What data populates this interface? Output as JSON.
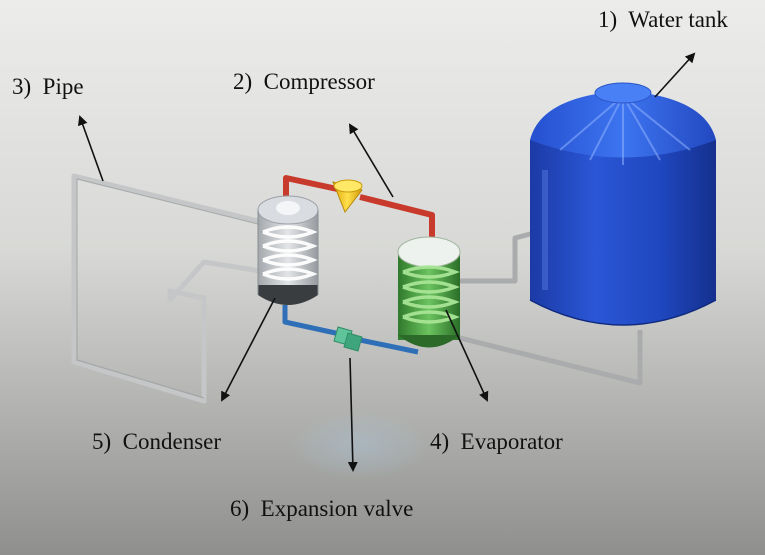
{
  "labels": {
    "water_tank": "1)  Water tank",
    "compressor": "2)  Compressor",
    "pipe": "3)  Pipe",
    "evaporator": "4)  Evaporator",
    "condenser": "5)  Condenser",
    "expansion_valve": "6)  Expansion valve"
  },
  "colors": {
    "background_top": "#e8e8e5",
    "background_bottom": "#8e8f8c",
    "tank_blue": "#1f4fc8",
    "hot_pipe": "#c83a2c",
    "cold_pipe": "#2f6fb8",
    "compressor_yellow": "#f2c21a",
    "evaporator_green": "#3f9a3a",
    "condenser_grey": "#c9ccd0",
    "pipe_grey": "#c4c6c8"
  }
}
